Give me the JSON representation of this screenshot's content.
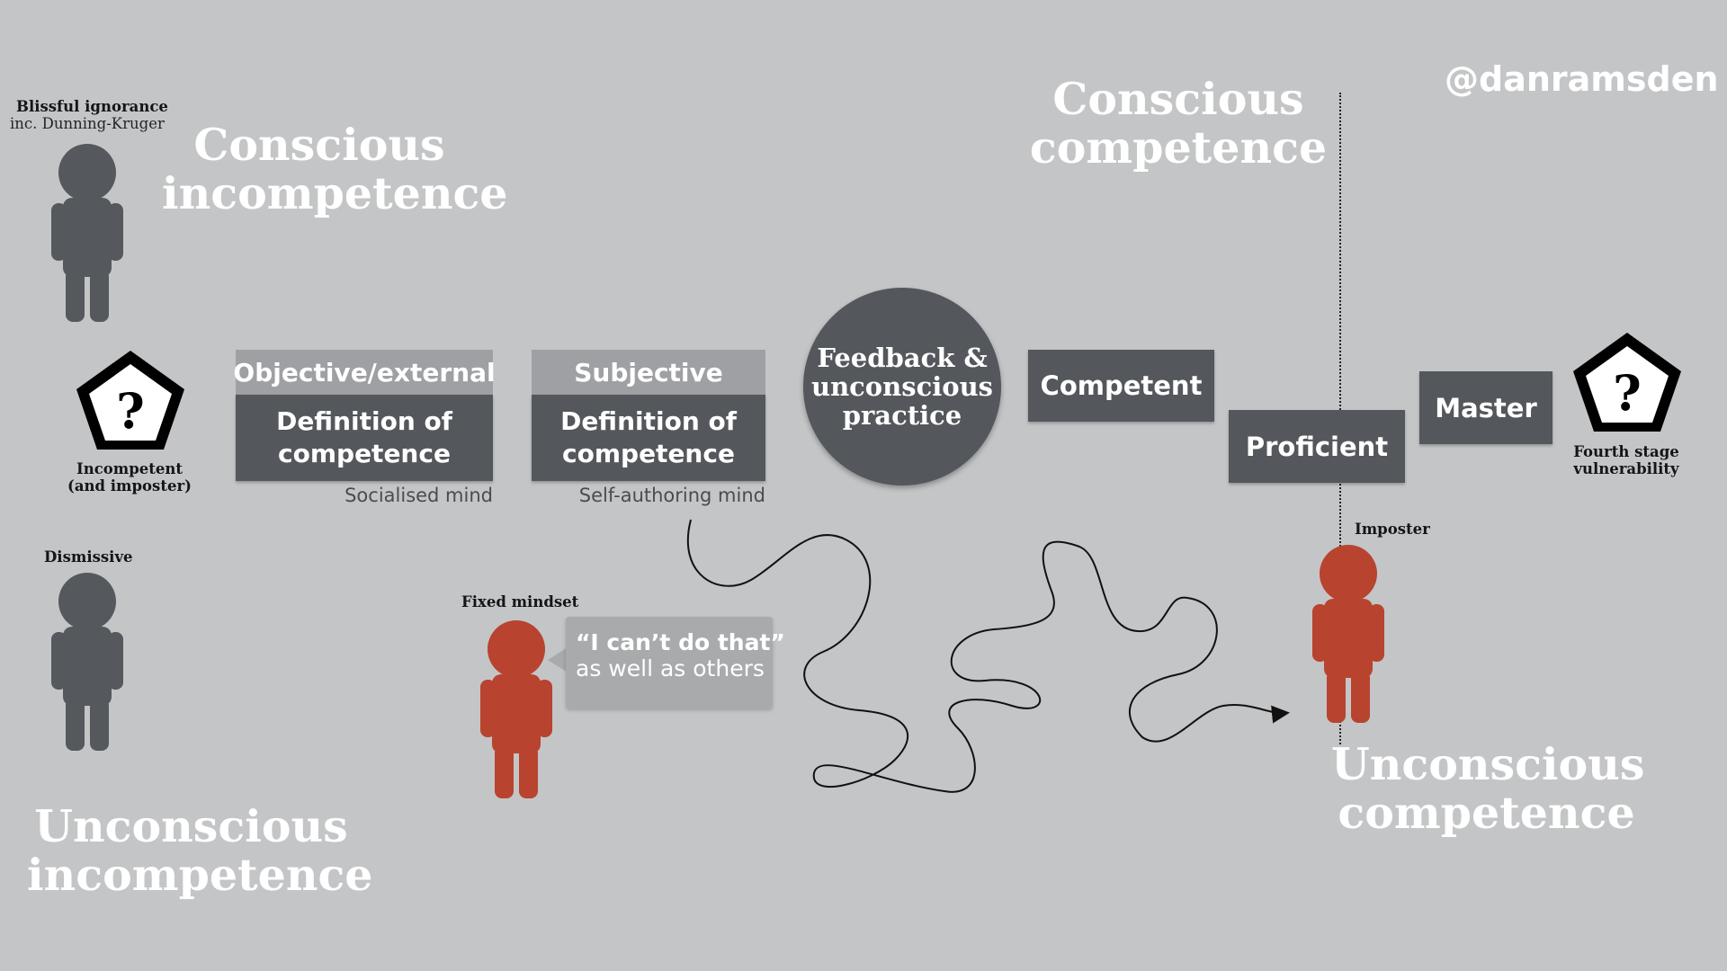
{
  "handle": "@danramsden",
  "quadrants": {
    "conscious_incompetence": [
      "Conscious",
      "incompetence"
    ],
    "conscious_competence": [
      "Conscious",
      "competence"
    ],
    "unconscious_incompetence": [
      "Unconscious",
      "incompetence"
    ],
    "unconscious_competence": [
      "Unconscious",
      "competence"
    ]
  },
  "people": {
    "blissful": {
      "title": "Blissful ignorance",
      "subtitle": "inc. Dunning-Kruger"
    },
    "dismissive": {
      "title": "Dismissive"
    },
    "fixed": {
      "title": "Fixed mindset"
    },
    "imposter": {
      "title": "Imposter"
    }
  },
  "pentagons": {
    "left": {
      "symbol": "?",
      "label": [
        "Incompetent",
        "(and imposter)"
      ]
    },
    "right": {
      "symbol": "?",
      "label": [
        "Fourth stage",
        "vulnerability"
      ]
    }
  },
  "boxes": {
    "objective": {
      "header": "Objective/external",
      "body": [
        "Definition of",
        "competence"
      ],
      "caption": "Socialised mind"
    },
    "subjective": {
      "header": "Subjective",
      "body": [
        "Definition of",
        "competence"
      ],
      "caption": "Self-authoring mind"
    }
  },
  "feedback_circle": [
    "Feedback &",
    "unconscious",
    "practice"
  ],
  "stages": {
    "competent": "Competent",
    "proficient": "Proficient",
    "master": "Master"
  },
  "speech_bubble": {
    "line1": "“I can’t do that”",
    "line2": "as well as others"
  },
  "colors": {
    "background": "#c4c5c7",
    "box": "#54575c",
    "box_header": "#9ea0a3",
    "person_grey": "#55585d",
    "person_red": "#b8432f",
    "text_white": "#ffffff"
  }
}
